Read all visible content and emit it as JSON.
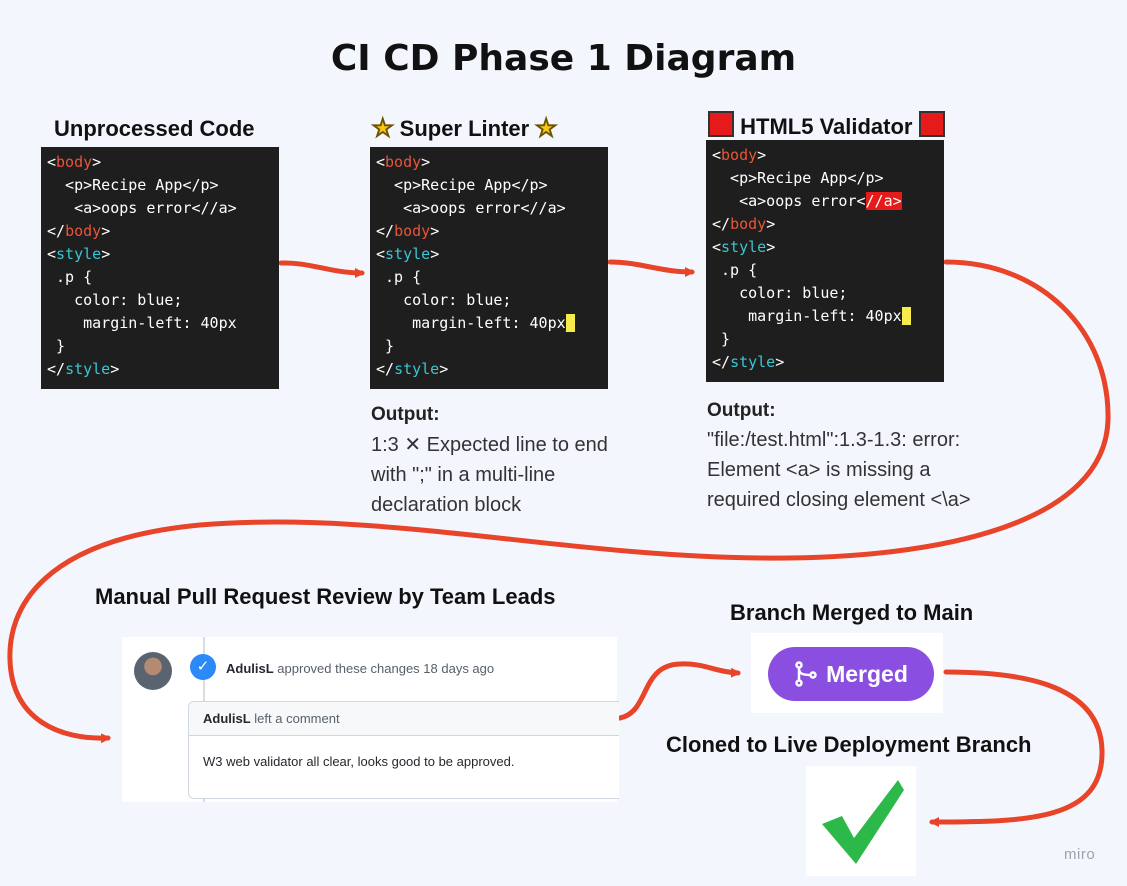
{
  "title": "CI CD Phase 1 Diagram",
  "stages": {
    "unprocessed": {
      "title": "Unprocessed Code"
    },
    "linter": {
      "title": "Super Linter",
      "icon": "star-icon",
      "output_label": "Output:",
      "output_text": [
        "1:3 ✕ Expected line to end",
        "with \";\" in a multi-line",
        "declaration block"
      ]
    },
    "validator": {
      "title": "HTML5 Validator",
      "icon": "red-square-icon",
      "output_label": "Output:",
      "output_text": [
        "\"file:/test.html\":1.3-1.3: error:",
        "Element <a> is missing a",
        "required closing element <\\a>"
      ]
    },
    "review": {
      "title": "Manual Pull Request Review by Team Leads",
      "approval_user": "AdulisL",
      "approval_text": "approved these changes 18 days ago",
      "comment_user": "AdulisL",
      "comment_action": "left a comment",
      "comment_body": "W3 web validator all clear, looks good to be approved."
    },
    "merge": {
      "title": "Branch Merged to Main",
      "badge": "Merged"
    },
    "deploy": {
      "title": "Cloned to Live Deployment Branch"
    }
  },
  "code": {
    "open_body": [
      "<",
      "body",
      ">"
    ],
    "p_line": "  <p>Recipe App</p>",
    "a_line": "   <a>oops error<//a>",
    "a_prefix": "   <a>oops error<",
    "a_error": "//a>",
    "close_body": [
      "</",
      "body",
      ">"
    ],
    "open_style": [
      "<",
      "style",
      ">"
    ],
    "selector": " .p {",
    "color_line": "   color: blue;",
    "margin_line": "    margin-left: 40px",
    "close_brace": " }",
    "close_style": [
      "</",
      "style",
      ">"
    ]
  },
  "watermark": "miro",
  "colors": {
    "arrow": "#e8442a",
    "merged": "#8a4fe0",
    "check": "#2db84a",
    "highlight_red": "#e51b1b",
    "highlight_yellow": "#f6ec49"
  }
}
